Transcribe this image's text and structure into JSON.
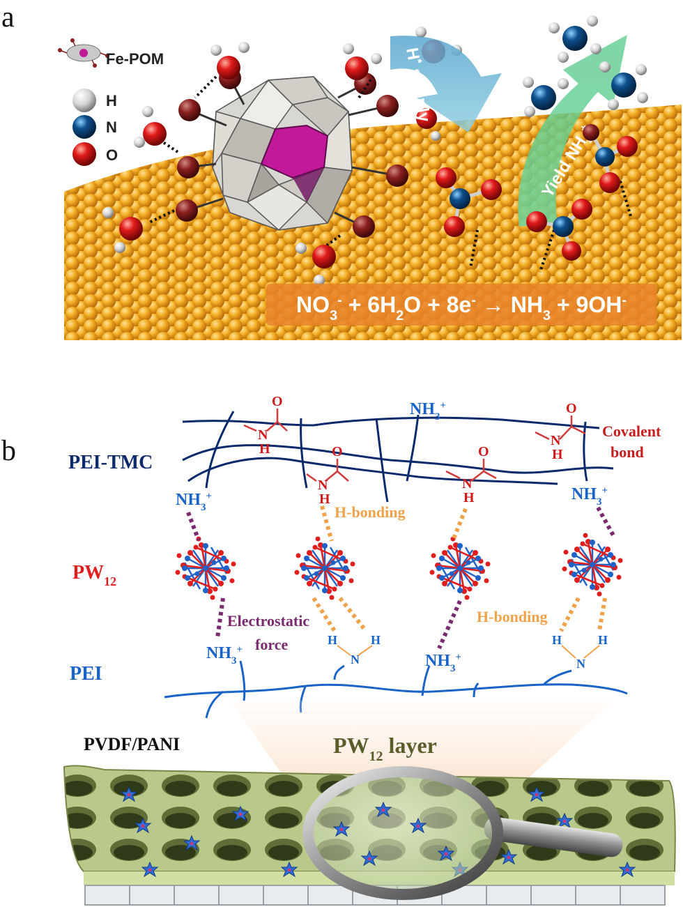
{
  "panel_a": {
    "letter": "a",
    "legend": [
      {
        "label": "Fe-POM",
        "icon": "fe-pom-cluster-icon"
      },
      {
        "label": "H",
        "icon": "hydrogen-atom-icon",
        "color": "#d9d9d9"
      },
      {
        "label": "N",
        "icon": "nitrogen-atom-icon",
        "color": "#0e4f8c"
      },
      {
        "label": "O",
        "icon": "oxygen-atom-icon",
        "color": "#d11a1a"
      }
    ],
    "arrow_h_supply": {
      "text": "H",
      "sup": "*",
      "tail": " supply"
    },
    "arrow_yield": {
      "text": "Yield NH",
      "sub": "4",
      "sup": "+"
    },
    "equation": {
      "p1": "NO",
      "p1_sub": "3",
      "p1_sup": "-",
      "p2": " + 6H",
      "p2_sub": "2",
      "p3": "O + 8e",
      "p3_sup": "-",
      "p4": " → NH",
      "p4_sub": "3",
      "p5": " + 9OH",
      "p5_sup": "-"
    },
    "colors": {
      "surface": "#f2a51c",
      "bg": "#e9b463",
      "h_arrow": "#6fb0cf",
      "yield_arrow": "#6ed19a",
      "equation_bg": "#e8832a"
    }
  },
  "panel_b": {
    "letter": "b",
    "labels": {
      "pei_tmc": "PEI-TMC",
      "pw12_base": "PW",
      "pw12_sub": "12",
      "pei": "PEI",
      "pvdf_pani": "PVDF/PANI",
      "layer_base": "PW",
      "layer_sub": "12",
      "layer_tail": " layer",
      "covalent1": "Covalent",
      "covalent2": "bond",
      "h_bonding_top": "H-bonding",
      "h_bonding_bottom": "H-bonding",
      "electrostatic1": "Electrostatic",
      "electrostatic2": "force",
      "nh3_base": "NH",
      "nh3_sub": "3",
      "nh3_sup": "+",
      "amide_n": "N",
      "amide_h": "H",
      "amide_o": "O",
      "amine_n": "N",
      "amine_h": "H"
    },
    "colors": {
      "pei_tmc": "#0b2a6b",
      "pw12": "#e01e1e",
      "pei": "#1a63c9",
      "covalent": "#c81e1e",
      "h_bonding": "#f0a24a",
      "electrostatic": "#7a2a6e",
      "membrane": "#c9d79e"
    }
  }
}
